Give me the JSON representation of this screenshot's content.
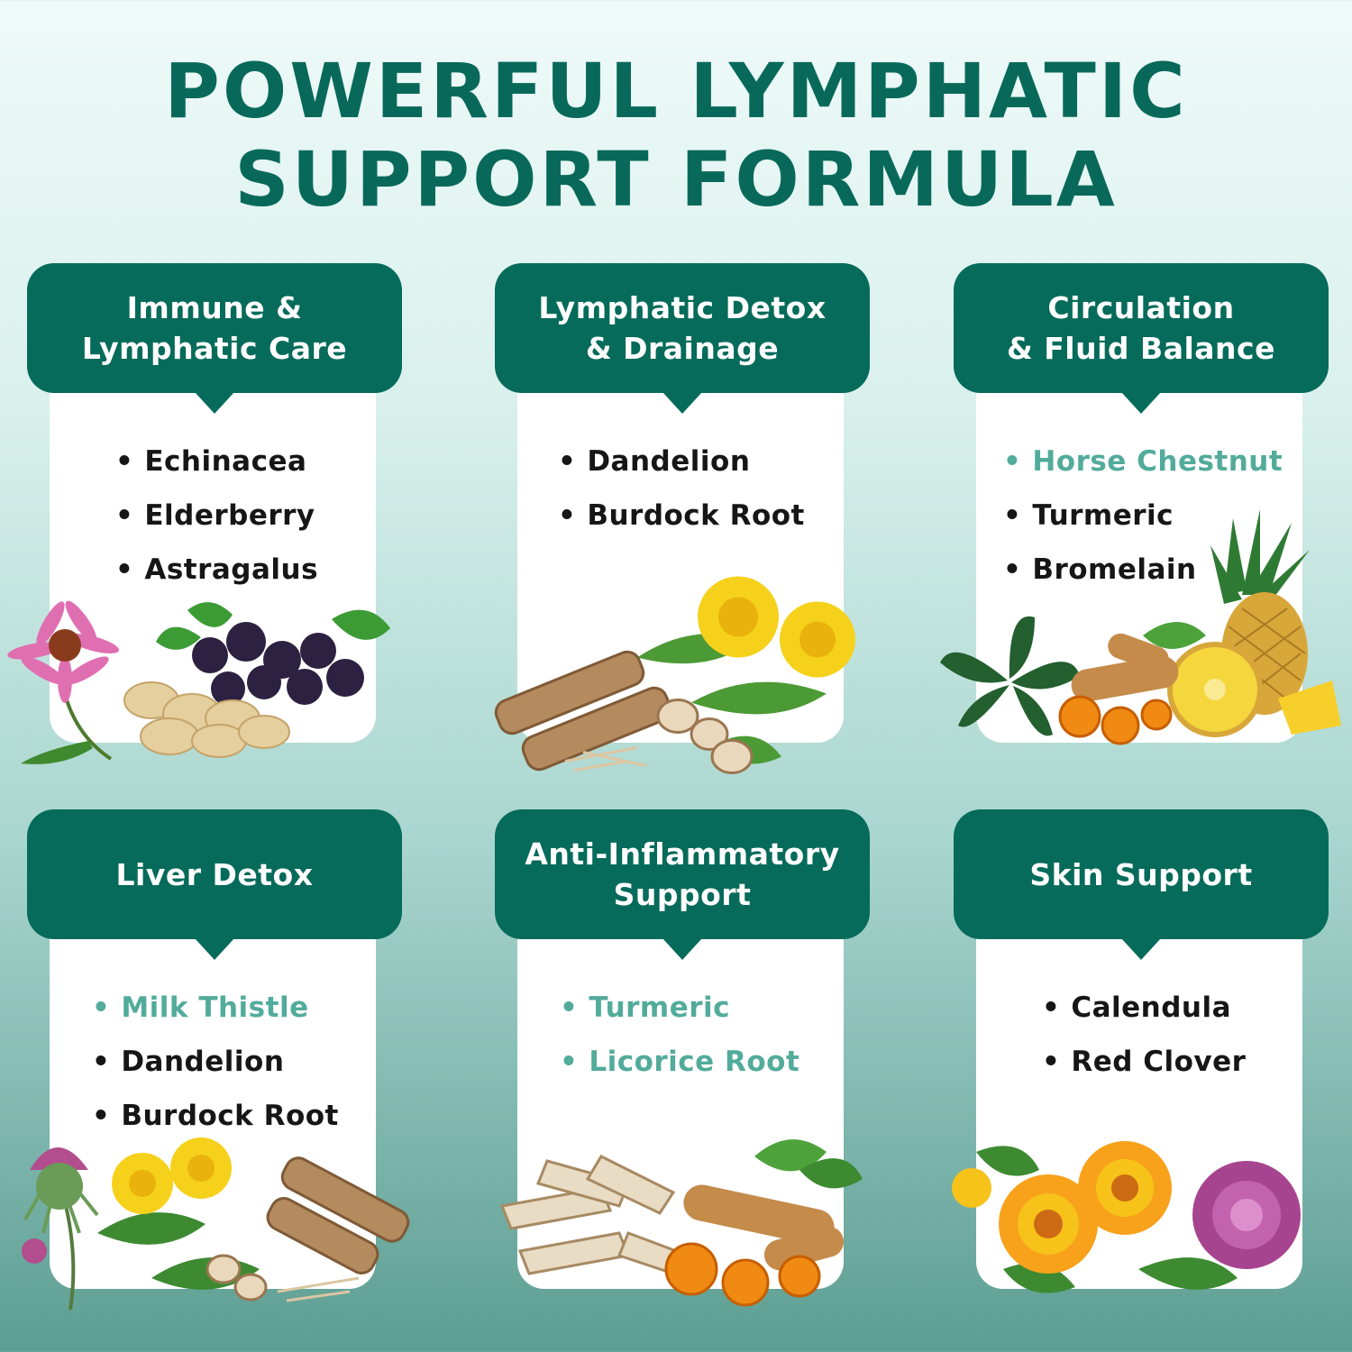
{
  "title": {
    "line1": "POWERFUL LYMPHATIC",
    "line2": "SUPPORT FORMULA"
  },
  "cards": [
    {
      "header": [
        "Immune &",
        "Lymphatic Care"
      ],
      "items": [
        {
          "text": "Echinacea",
          "highlight": false
        },
        {
          "text": "Elderberry",
          "highlight": false
        },
        {
          "text": "Astragalus",
          "highlight": false
        }
      ]
    },
    {
      "header": [
        "Lymphatic Detox",
        "& Drainage"
      ],
      "items": [
        {
          "text": "Dandelion",
          "highlight": false
        },
        {
          "text": "Burdock Root",
          "highlight": false
        }
      ]
    },
    {
      "header": [
        "Circulation",
        "& Fluid Balance"
      ],
      "items": [
        {
          "text": "Horse Chestnut",
          "highlight": true
        },
        {
          "text": "Turmeric",
          "highlight": false
        },
        {
          "text": "Bromelain",
          "highlight": false
        }
      ]
    },
    {
      "header": [
        "Liver Detox"
      ],
      "items": [
        {
          "text": "Milk Thistle",
          "highlight": true
        },
        {
          "text": "Dandelion",
          "highlight": false
        },
        {
          "text": "Burdock Root",
          "highlight": false
        }
      ]
    },
    {
      "header": [
        "Anti-Inflammatory",
        "Support"
      ],
      "items": [
        {
          "text": "Turmeric",
          "highlight": true
        },
        {
          "text": "Licorice Root",
          "highlight": true
        }
      ]
    },
    {
      "header": [
        "Skin Support"
      ],
      "items": [
        {
          "text": "Calendula",
          "highlight": false
        },
        {
          "text": "Red Clover",
          "highlight": false
        }
      ]
    }
  ],
  "colors": {
    "brand_green": "#066b5a",
    "title_green": "#08695a",
    "highlight_teal": "#52ab9b",
    "item_text": "#161616"
  }
}
